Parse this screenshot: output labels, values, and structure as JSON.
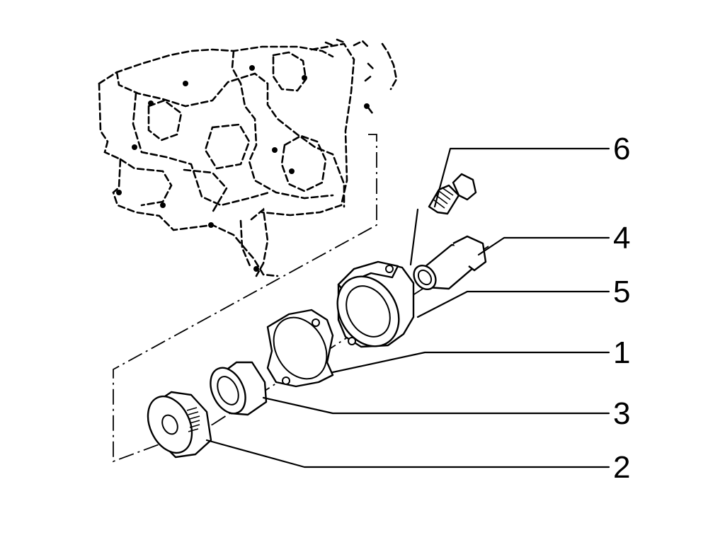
{
  "diagram": {
    "callouts": [
      {
        "id": "callout-6",
        "label": "6"
      },
      {
        "id": "callout-4",
        "label": "4"
      },
      {
        "id": "callout-5",
        "label": "5"
      },
      {
        "id": "callout-1",
        "label": "1"
      },
      {
        "id": "callout-3",
        "label": "3"
      },
      {
        "id": "callout-2",
        "label": "2"
      }
    ],
    "colors": {
      "ink": "#000000",
      "background": "#ffffff"
    }
  }
}
